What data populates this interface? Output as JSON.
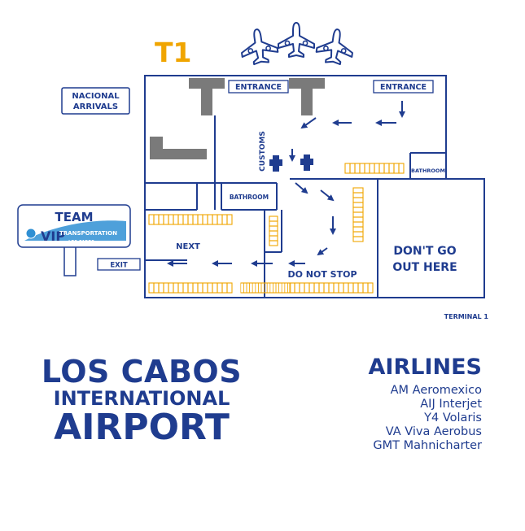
{
  "map": {
    "terminal_badge": "T1",
    "nacional_arrivals_line1": "NACIONAL",
    "nacional_arrivals_line2": "ARRIVALS",
    "entrance_left": "ENTRANCE",
    "entrance_right": "ENTRANCE",
    "customs": "CUSTOMS",
    "bathroom_center": "BATHROOM",
    "bathroom_right": "BATHROOM",
    "next": "NEXT",
    "exit": "EXIT",
    "do_not_stop": "DO NOT STOP",
    "dont_go_line1": "DON'T GO",
    "dont_go_line2": "OUT HERE",
    "terminal_label": "TERMINAL 1",
    "team_sign": {
      "team": "TEAM",
      "logo_vip": "VIP",
      "logo_transportation": "TRANSPORTATION",
      "logo_los_cabos": "LOS CABOS"
    }
  },
  "title": {
    "line1": "LOS CABOS",
    "line2": "INTERNATIONAL",
    "line3": "AIRPORT"
  },
  "airlines": {
    "heading": "AIRLINES",
    "items": [
      "AM Aeromexico",
      "AIJ Interjet",
      "Y4 Volaris",
      "VA Viva Aerobus",
      "GMT Mahnicharter"
    ]
  },
  "colors": {
    "navy": "#1f3c8f",
    "gold": "#f0a500",
    "wall_gray": "#7a7a7a",
    "sign_blue": "#2f8fd3"
  }
}
